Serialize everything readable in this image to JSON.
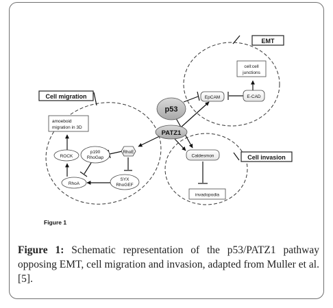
{
  "diagram": {
    "nodes": {
      "p53": "p53",
      "patz1": "PATZ1",
      "epcam": "EpCAM",
      "ecad": "E-CAD",
      "cell_junctions_1": "cell:cell",
      "cell_junctions_2": "junctions",
      "rhoe": "RhoE",
      "caldesmon": "Caldesmon",
      "invadopodia": "invadopodia",
      "rock": "ROCK",
      "p190_1": "p190",
      "p190_2": "RhoGap",
      "syx_1": "SYX",
      "syx_2": "RhoGEF",
      "rhoa": "RhoA",
      "amoeboid_1": "amoeboid",
      "amoeboid_2": "migration in 3D"
    },
    "groups": {
      "emt": "EMT",
      "cell_migration": "Cell migration",
      "cell_invasion": "Cell invasion"
    },
    "figure_label": "Figure 1"
  },
  "caption": {
    "label": "Figure 1:",
    "text": " Schematic representation of the p53/PATZ1 pathway opposing EMT, cell migration and invasion, adapted from Muller et al. [5]."
  }
}
